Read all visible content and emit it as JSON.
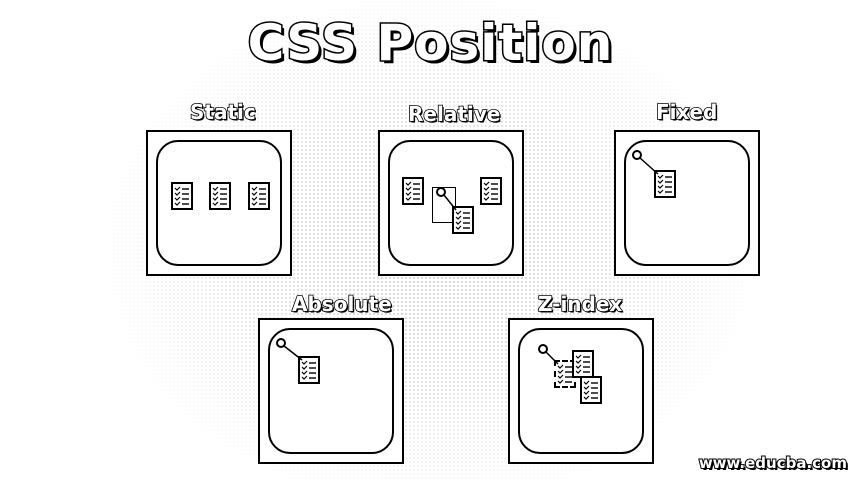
{
  "title": "CSS Position",
  "panels": {
    "static": {
      "label": "Static"
    },
    "relative": {
      "label": "Relative"
    },
    "fixed": {
      "label": "Fixed"
    },
    "absolute": {
      "label": "Absolute"
    },
    "zindex": {
      "label": "Z-index"
    }
  },
  "watermark": "www.educba.com",
  "icons": {
    "document": "checklist-document-icon",
    "pin": "anchor-circle-icon"
  }
}
